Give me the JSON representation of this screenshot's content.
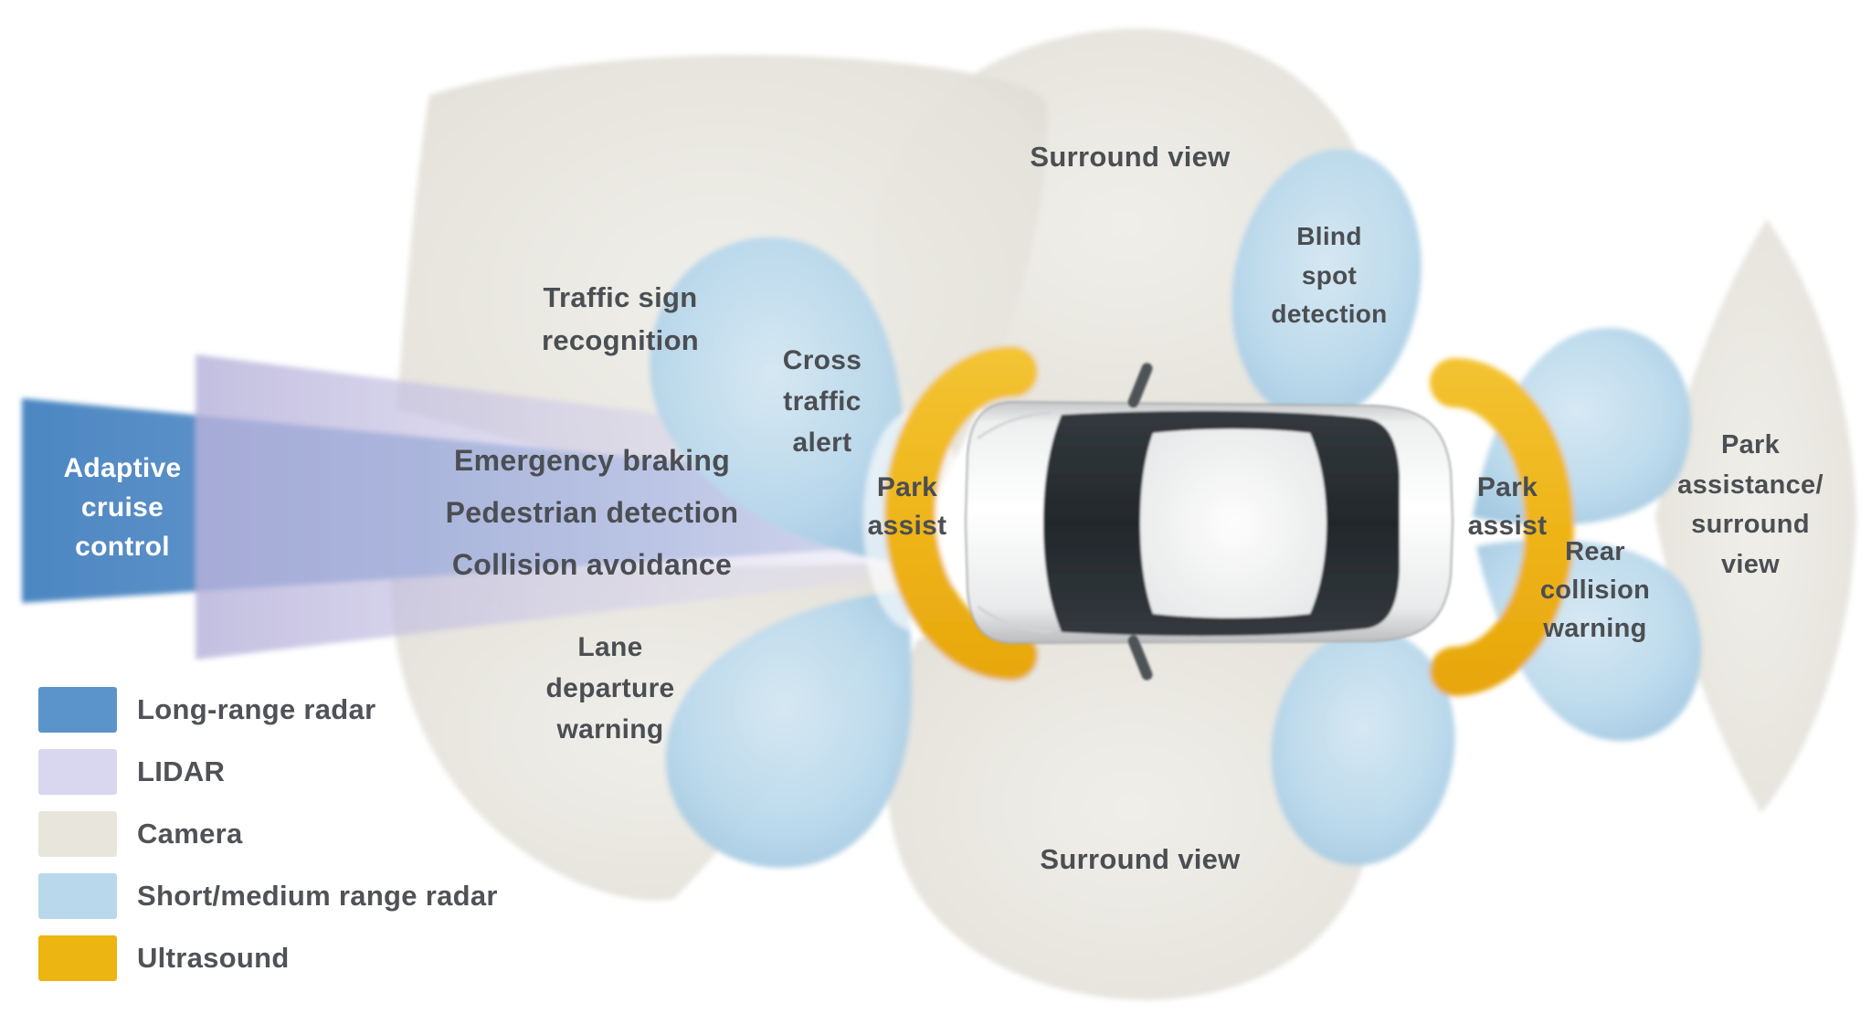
{
  "labels": {
    "adaptive_cruise_control": "Adaptive\ncruise\ncontrol",
    "traffic_sign_recognition": "Traffic sign\nrecognition",
    "front_assist_features": "Emergency braking\nPedestrian detection\nCollision avoidance",
    "lane_departure_warning": "Lane\ndeparture\nwarning",
    "cross_traffic_alert": "Cross\ntraffic\nalert",
    "park_assist_front": "Park\nassist",
    "surround_view_top": "Surround view",
    "blind_spot_detection": "Blind\nspot\ndetection",
    "park_assist_rear": "Park\nassist",
    "rear_collision_warning": "Rear\ncollision\nwarning",
    "park_assistance_surround_view": "Park\nassistance/\nsurround view",
    "surround_view_bottom": "Surround view"
  },
  "legend": {
    "items": [
      {
        "label": "Long-range radar",
        "color": "#5b94ca"
      },
      {
        "label": "LIDAR",
        "color": "#d9d6f0"
      },
      {
        "label": "Camera",
        "color": "#e8e6dc"
      },
      {
        "label": "Short/medium range radar",
        "color": "#b9d8eb"
      },
      {
        "label": "Ultrasound",
        "color": "#ecb511"
      }
    ]
  },
  "colors": {
    "long_range_radar": "#5b94ca",
    "lidar": "#d9d6f0",
    "camera": "#e8e6dc",
    "short_medium_range_radar": "#b9d8eb",
    "ultrasound": "#ecb511",
    "label_text": "#4b4e52"
  }
}
